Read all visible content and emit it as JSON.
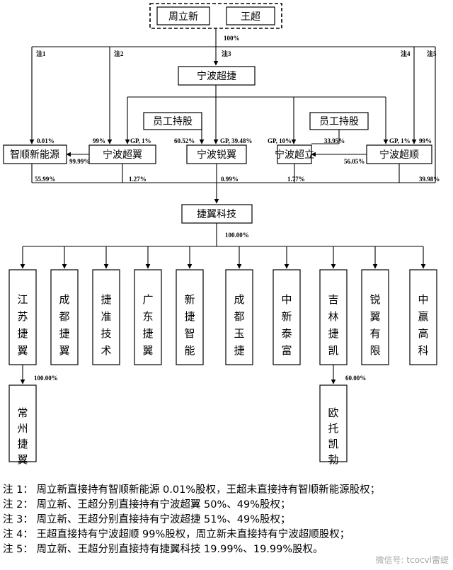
{
  "nodes": {
    "zhou": "周立新",
    "wang": "王超",
    "chaojie": "宁波超捷",
    "esop1": "员工持股",
    "esop2": "员工持股",
    "zhishun": "智顺新能源",
    "chaoyi": "宁波超翼",
    "ruiyi": "宁波锐翼",
    "chaoli": "宁波超立",
    "chaoshun": "宁波超顺",
    "jieyi": "捷翼科技"
  },
  "subsidiaries": [
    {
      "name": "江苏捷翼"
    },
    {
      "name": "成都捷翼"
    },
    {
      "name": "捷准技术"
    },
    {
      "name": "广东捷翼"
    },
    {
      "name": "新捷智能"
    },
    {
      "name": "成都玉捷"
    },
    {
      "name": "中新泰富"
    },
    {
      "name": "吉林捷凯"
    },
    {
      "name": "锐翼有限"
    },
    {
      "name": "中赢高科"
    }
  ],
  "sub_subsidiaries": {
    "changzhou": "常州捷翼",
    "ottokai": "欧托凯勃"
  },
  "percentages": {
    "founders_to_chaojie": "100%",
    "zhishun_0_01": "0.01%",
    "chaoyi_99": "99%",
    "chaoyi_gp": "GP, 1%",
    "ruiyi_60_52": "60.52%",
    "ruiyi_gp": "GP, 39.48%",
    "chaoli_gp": "GP, 10%",
    "chaoshun_33_95": "33.95%",
    "chaoshun_gp": "GP, 1%",
    "chaoshun_99": "99%",
    "chaoyi_to_zhishun": "99.99%",
    "chaoshun_to_chaoli": "56.05%",
    "jieyi_55_99": "55.99%",
    "jieyi_1_27": "1.27%",
    "jieyi_0_99": "0.99%",
    "jieyi_1_77": "1.77%",
    "jieyi_39_98": "39.98%",
    "jieyi_to_subs": "100.00%",
    "jiangsu_to_changzhou": "100.00%",
    "jilin_to_ottokai": "60.00%"
  },
  "note_tags": {
    "n1": "注1",
    "n2": "注2",
    "n3": "注3",
    "n4": "注4",
    "n5": "注5"
  },
  "notes": [
    "注 1： 周立新直接持有智顺新能源 0.01%股权，王超未直接持有智顺新能源股权；",
    "注 2： 周立新、王超分别直接持有宁波超翼 50%、49%股权；",
    "注 3： 周立新、王超分别直接持有宁波超捷 51%、49%股权；",
    "注 4： 王超直接持有宁波超顺 99%股权，周立新未直接持有宁波超顺股权；",
    "注 5： 周立新、王超分别直接持有捷翼科技 19.99%、19.99%股权。"
  ],
  "watermark": "微信号: tcocvl雷缇"
}
